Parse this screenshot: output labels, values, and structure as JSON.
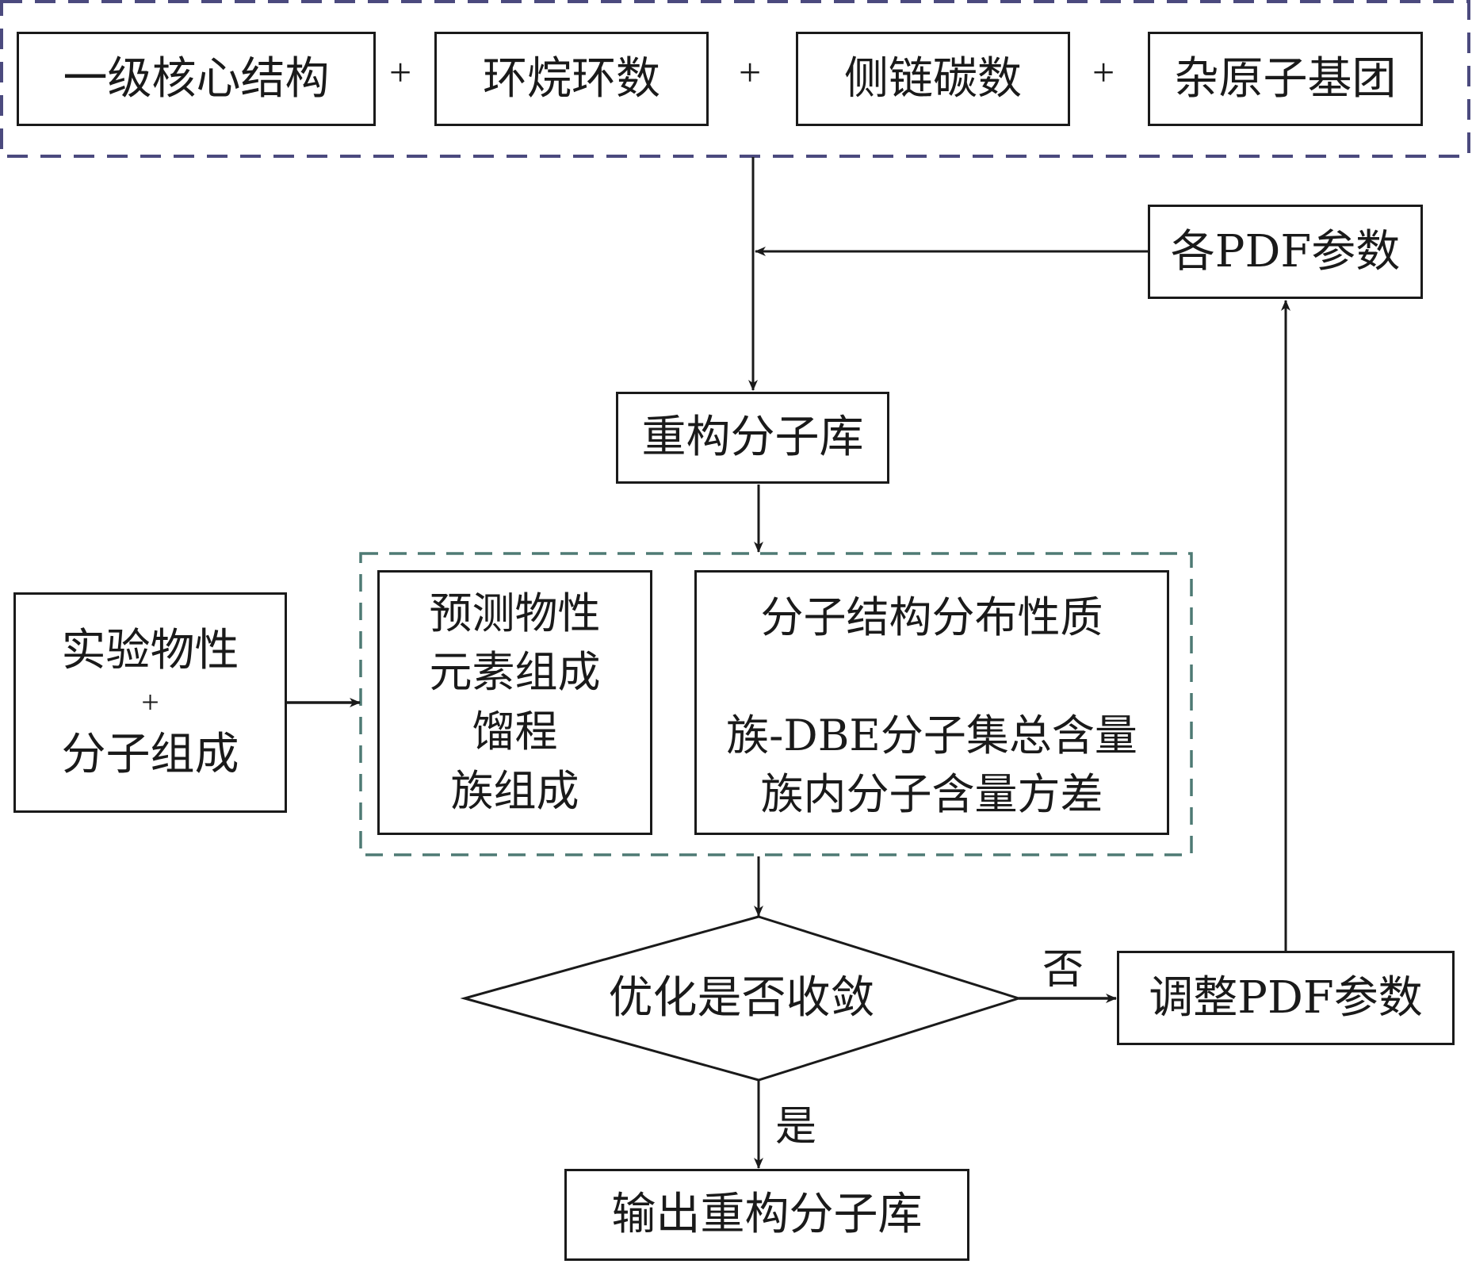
{
  "diagram": {
    "top_group": {
      "items": [
        "一级核心结构",
        "环烷环数",
        "侧链碳数",
        "杂原子基团"
      ],
      "operator": "+"
    },
    "pdf_params": "各PDF参数",
    "reconstruct_library": "重构分子库",
    "experimental": {
      "line1": "实验物性",
      "plus": "+",
      "line2": "分子组成"
    },
    "predicted": {
      "lines": [
        "预测物性",
        "元素组成",
        "馏程",
        "族组成"
      ]
    },
    "structure": {
      "title": "分子结构分布性质",
      "lines": [
        "族-DBE分子集总含量",
        "族内分子含量方差"
      ]
    },
    "decision": "优化是否收敛",
    "no_label": "否",
    "yes_label": "是",
    "adjust_pdf": "调整PDF参数",
    "output": "输出重构分子库",
    "colors": {
      "top_dashed_border": "#4b4a7e",
      "middle_dashed_border": "#4e7a74",
      "line": "#1a1a1a"
    }
  }
}
